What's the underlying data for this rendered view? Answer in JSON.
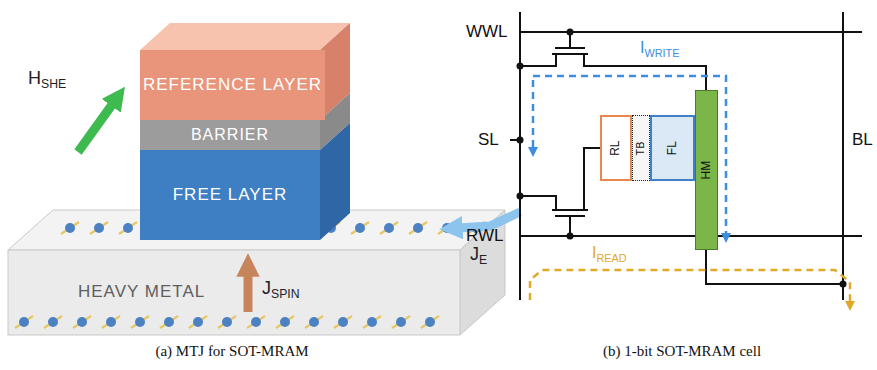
{
  "diagram": {
    "nodes": [
      {
        "text": [
          "REFERENCE LAYER"
        ]
      },
      {
        "text": [
          "BARRIER"
        ]
      },
      {
        "text": [
          "FREE LAYER"
        ]
      },
      {
        "text": [
          "HEAVY METAL"
        ]
      },
      {
        "text": [
          "RL"
        ]
      },
      {
        "text": [
          "TB"
        ]
      },
      {
        "text": [
          "FL"
        ]
      },
      {
        "text": [
          "HM"
        ]
      }
    ],
    "labels": [
      "HSHE",
      "JSPIN",
      "JE",
      "WWL",
      "SL",
      "RWL",
      "BL",
      "IWRITE",
      "IREAD",
      "(a) MTJ for SOT-MRAM",
      "(b) 1-bit SOT-MRAM cell"
    ]
  }
}
